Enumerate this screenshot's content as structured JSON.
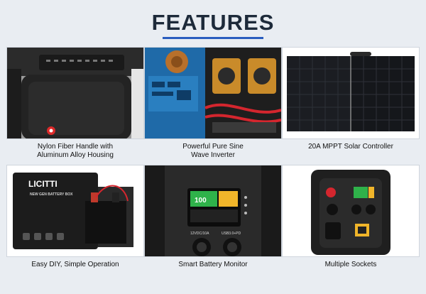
{
  "title": "FEATURES",
  "features": [
    {
      "caption": "Nylon Fiber Handle with\nAluminum Alloy Housing",
      "icon": "handle-housing-photo"
    },
    {
      "caption": "Powerful Pure Sine\nWave Inverter",
      "icon": "inverter-board-photo"
    },
    {
      "caption": "20A MPPT Solar Controller",
      "icon": "solar-panel-photo"
    },
    {
      "caption": "Easy DIY, Simple Operation",
      "icon": "battery-box-photo",
      "brand": "LICITTI",
      "box_label": "NEW GEN BATTERY BOX"
    },
    {
      "caption": "Smart Battery Monitor",
      "icon": "battery-monitor-photo",
      "screen_value": "100",
      "port_left": "12VDC/10A",
      "port_right": "USB3.0+PD"
    },
    {
      "caption": "Multiple Sockets",
      "icon": "sockets-photo"
    }
  ],
  "colors": {
    "title": "#1d2a3a",
    "accent": "#2a5dbf",
    "background": "#e9edf2"
  }
}
